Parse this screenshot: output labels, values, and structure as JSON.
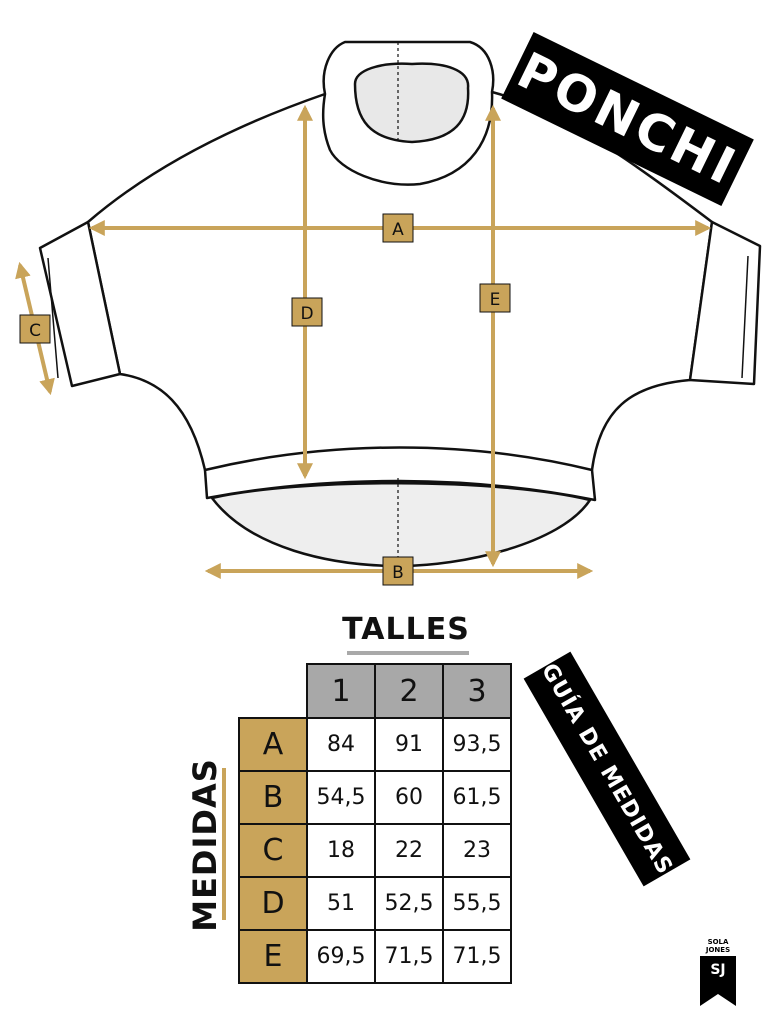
{
  "product": {
    "name": "PONCHI"
  },
  "diagram": {
    "labels": {
      "a": "A",
      "b": "B",
      "c": "C",
      "d": "D",
      "e": "E"
    },
    "colors": {
      "accent": "#c9a45a",
      "outline": "#111111",
      "header_gray": "#a8a8a8"
    }
  },
  "size_table": {
    "title": "TALLES",
    "row_axis_label": "MEDIDAS",
    "sizes": [
      "1",
      "2",
      "3"
    ],
    "rows": [
      {
        "key": "A",
        "values": [
          "84",
          "91",
          "93,5"
        ]
      },
      {
        "key": "B",
        "values": [
          "54,5",
          "60",
          "61,5"
        ]
      },
      {
        "key": "C",
        "values": [
          "18",
          "22",
          "23"
        ]
      },
      {
        "key": "D",
        "values": [
          "51",
          "52,5",
          "55,5"
        ]
      },
      {
        "key": "E",
        "values": [
          "69,5",
          "71,5",
          "71,5"
        ]
      }
    ]
  },
  "guide_label": "GUÍA DE MEDIDAS",
  "brand": {
    "logo_top_text": "SOLA JONES",
    "monogram": "SJ",
    "logo_icon": "brand-bookmark-logo"
  }
}
